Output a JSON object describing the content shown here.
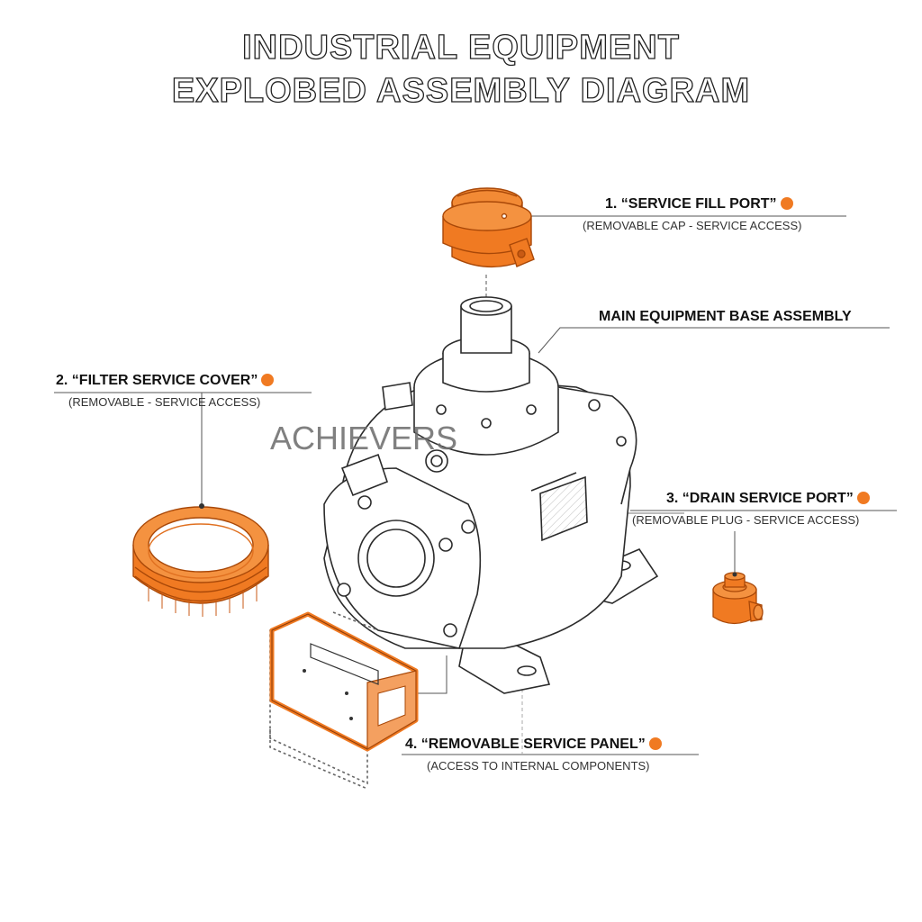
{
  "title": {
    "line1": "INDUSTRIAL EQUIPMENT",
    "line2": "EXPLOBED ASSEMBLY DIAGRAM"
  },
  "colors": {
    "accent": "#f07a22",
    "accent_dark": "#b84e0c",
    "line": "#2b2b2b",
    "leader": "#555555"
  },
  "callouts": {
    "service_fill_port": {
      "label": "1. “SERVICE FILL PORT”",
      "note": "(REMOVABLE CAP - SERVICE ACCESS)"
    },
    "main_base": {
      "label": "MAIN EQUIPMENT BASE ASSEMBLY"
    },
    "filter_cover": {
      "label": "2. “FILTER SERVICE COVER”",
      "note": "(REMOVABLE - SERVICE ACCESS)"
    },
    "drain_port": {
      "label": "3. “DRAIN SERVICE PORT”",
      "note": "(REMOVABLE PLUG - SERVICE ACCESS)"
    },
    "service_panel": {
      "label": "4. “REMOVABLE SERVICE PANEL”",
      "note": "(ACCESS TO INTERNAL COMPONENTS)"
    }
  },
  "watermark": "ACHIEVERS"
}
